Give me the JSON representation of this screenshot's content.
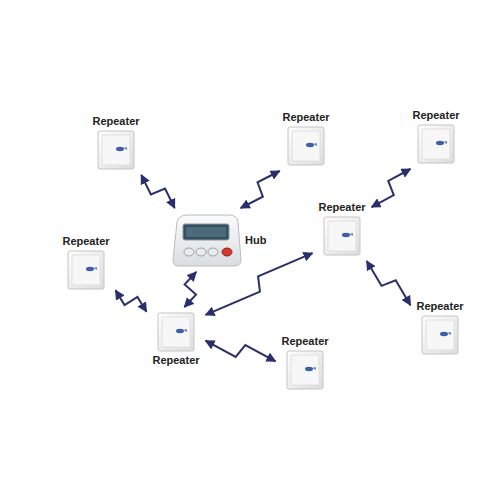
{
  "diagram": {
    "nodes": [
      {
        "text": [
          "Repeater"
        ]
      },
      {
        "text": [
          "Repeater"
        ]
      },
      {
        "text": [
          "Repeater"
        ]
      },
      {
        "text": [
          "Repeater"
        ]
      },
      {
        "text": [
          "Hub"
        ]
      },
      {
        "text": [
          "Repeater"
        ]
      },
      {
        "text": [
          "Repeater"
        ]
      },
      {
        "text": [
          "Repeater"
        ]
      },
      {
        "text": [
          "Repeater"
        ]
      }
    ],
    "edges": [
      {
        "from": 4,
        "to": 0,
        "arrow": "both"
      },
      {
        "from": 4,
        "to": 1,
        "arrow": "both"
      },
      {
        "from": 4,
        "to": 7,
        "arrow": "both"
      },
      {
        "from": 7,
        "to": 5,
        "arrow": "both"
      },
      {
        "from": 7,
        "to": 3,
        "arrow": "both"
      },
      {
        "from": 7,
        "to": 8,
        "arrow": "both"
      },
      {
        "from": 3,
        "to": 2,
        "arrow": "both"
      },
      {
        "from": 3,
        "to": 6,
        "arrow": "both"
      }
    ]
  }
}
